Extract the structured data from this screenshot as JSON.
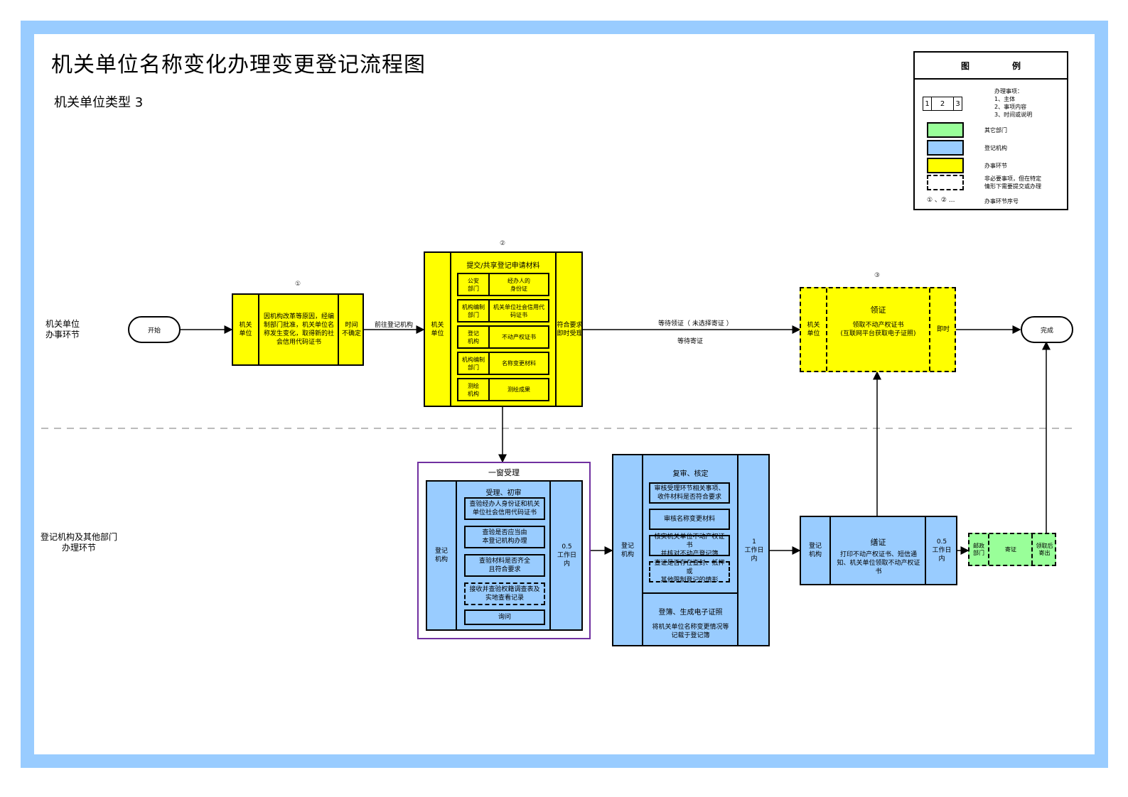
{
  "title": "机关单位名称变化办理变更登记流程图",
  "subtitle": "机关单位类型   3",
  "lanes": {
    "top": "机关单位\n办事环节",
    "bottom": "登记机构及其他部门\n办理环节"
  },
  "legend": {
    "header": [
      "图",
      "例"
    ],
    "item_box_cells": [
      "1",
      "2",
      "3"
    ],
    "item_box_desc": [
      "办理事项：",
      "1、主体",
      "2、事项内容",
      "3、时间或说明"
    ],
    "other_dept": "其它部门",
    "registry": "登记机构",
    "office_step": "办事环节",
    "optional": [
      "非必要事项，但在特定",
      "情形下需要提交或办理"
    ],
    "seq_symbol": "① 、② ...",
    "seq_desc": "办事环节序号",
    "colors": {
      "other_dept": "#99ff99",
      "registry": "#99ccff",
      "office_step": "#ffff00"
    }
  },
  "nodes": {
    "start": "开始",
    "finish": "完成",
    "step1": {
      "number": "①",
      "subject": "机关\n单位",
      "content": "因机构改革等原因，经编制部门批准，机关单位名称发生变化，取得新的社会信用代码证书",
      "time": "时间\n不确定"
    },
    "step2": {
      "number": "②",
      "subject": "机关\n单位",
      "heading": "提交/共享登记申请材料",
      "materials": [
        {
          "source": "公安\n部门",
          "item": "经办人的\n身份证"
        },
        {
          "source": "机构编制\n部门",
          "item": "机关单位社会信用代码证书"
        },
        {
          "source": "登记\n机构",
          "item": "不动产权证书"
        },
        {
          "source": "机构编制\n部门",
          "item": "名称变更材料"
        },
        {
          "source": "测绘\n机构",
          "item": "测绘成果"
        }
      ],
      "time": "符合要求\n即时受理"
    },
    "step3": {
      "number": "③",
      "subject": "机关\n单位",
      "heading": "领证",
      "content": "领取不动产权证书\n(互联网平台获取电子证照)",
      "time": "即时"
    },
    "window": {
      "title": "一窗受理",
      "subject": "登记\n机构",
      "heading": "受理、初审",
      "checks": [
        {
          "text": "查验经办人身份证和机关单位社会信用代码证书",
          "optional": false
        },
        {
          "text": "查验是否应当由\n本登记机构办理",
          "optional": false
        },
        {
          "text": "查验材料是否齐全\n且符合要求",
          "optional": false
        },
        {
          "text": "接收并查验权籍调查表及\n实地查看记录",
          "optional": true
        },
        {
          "text": "询问",
          "optional": false
        }
      ],
      "time": "0.5\n工作日\n内"
    },
    "review": {
      "subject": "登记\n机构",
      "heading": "复审、核定",
      "checks": [
        {
          "text": "审核受理环节相关事项、收件材料是否符合要求",
          "optional": false
        },
        {
          "text": "审核名称变更材料",
          "optional": false
        },
        {
          "text": "核实机关单位不动产权证书\n并核对不动产登记簿",
          "optional": false
        },
        {
          "text": "查证是否存在查封、抵押或\n其他限制登记的情形",
          "optional": true
        }
      ],
      "register_heading": "登簿、生成电子证照",
      "register_content": "将机关单位名称变更情况等\n记载于登记簿",
      "time": "1\n工作日\n内"
    },
    "issue": {
      "subject": "登记\n机构",
      "heading": "缮证",
      "content": "打印不动产权证书、短信通知、机关单位领取不动产权证书",
      "time": "0.5\n工作日\n内"
    },
    "post": {
      "subject": "邮政\n部门",
      "content": "寄证",
      "time": "领取后\n寄出"
    }
  },
  "edges": {
    "to_registry": "前往登记机构",
    "wait_pickup": "等待领证（ 未选择寄证 ）",
    "wait_post": "等待寄证"
  }
}
